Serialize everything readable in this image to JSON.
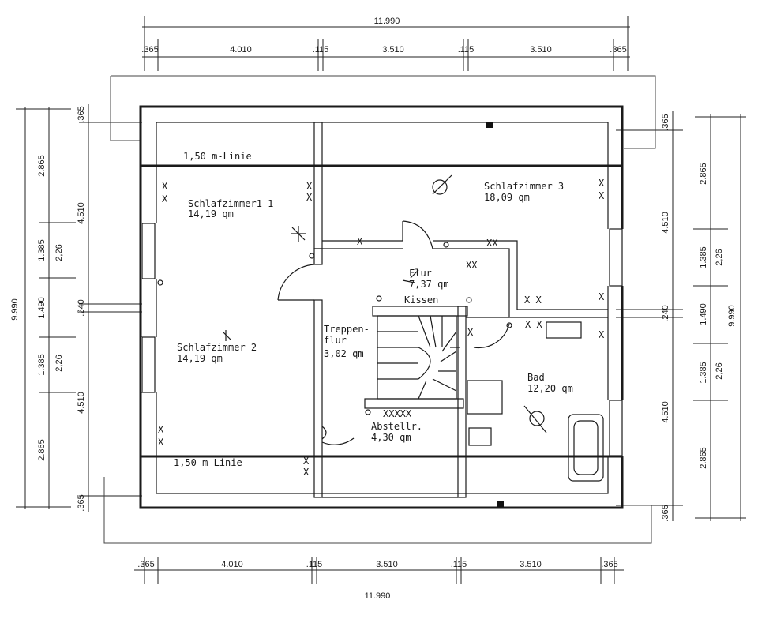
{
  "rooms": {
    "bedroom1": {
      "name": "Schlafzimmer1 1",
      "area": "14,19 qm"
    },
    "bedroom2": {
      "name": "Schlafzimmer 2",
      "area": "14,19 qm"
    },
    "bedroom3": {
      "name": "Schlafzimmer 3",
      "area": "18,09 qm"
    },
    "hall": {
      "name": "Flur",
      "area": "7,37 qm",
      "note": "Kissen"
    },
    "stair_hall": {
      "name_line1": "Treppen-",
      "name_line2": "flur",
      "area": "3,02 qm"
    },
    "bath": {
      "name": "Bad",
      "area": "12,20 qm"
    },
    "storage": {
      "name": "Abstellr.",
      "area": "4,30 qm",
      "marks": "XXXXX"
    }
  },
  "height_lines": {
    "top": "1,50 m-Linie",
    "bottom": "1,50 m-Linie"
  },
  "dimensions": {
    "top_total": "11.990",
    "top_segments": [
      ".365",
      "4.010",
      ".115",
      "3.510",
      ".115",
      "3.510",
      ".365"
    ],
    "bottom_total": "11.990",
    "bottom_segments": [
      ".365",
      "4.010",
      ".115",
      "3.510",
      ".115",
      "3.510",
      ".365"
    ],
    "left_total": "9.990",
    "left_outer": [
      "2.865",
      "1.385",
      "1.490",
      "1.385",
      "2.865"
    ],
    "left_mid": [
      "2,26",
      "2,26"
    ],
    "left_inner": [
      ".365",
      "4.510",
      ".240",
      "4.510",
      ".365"
    ],
    "right_total": "9.990",
    "right_outer": [
      "2.865",
      "1.385",
      "1.490",
      "1.385",
      "2.865"
    ],
    "right_mid": [
      "2,26",
      "2,26"
    ],
    "right_inner": [
      ".365",
      "4.510",
      ".240",
      "4.510",
      ".365"
    ]
  },
  "marks": {
    "x_pair": "X X",
    "x_single": "X",
    "x_pair2": "XX"
  }
}
